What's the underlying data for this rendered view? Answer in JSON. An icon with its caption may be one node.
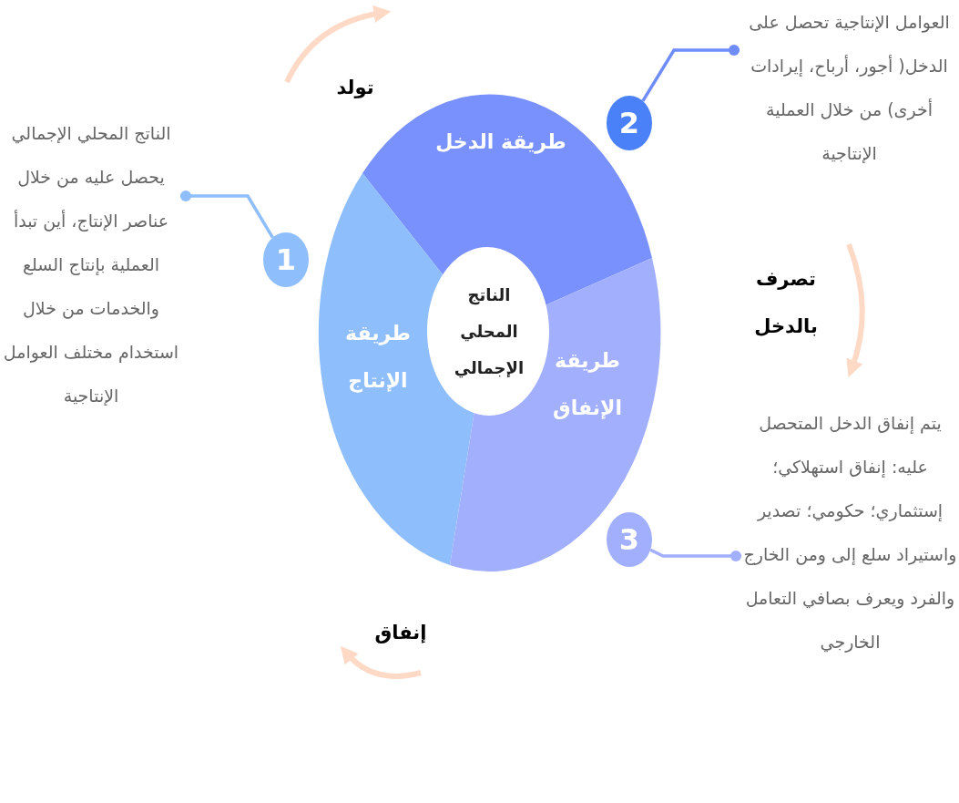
{
  "diagram": {
    "nodes": [
      {
        "text": [
          "طريقة الدخل"
        ]
      },
      {
        "text": [
          "طريقة الإنتاج"
        ]
      },
      {
        "text": [
          "طريقة الإنفاق"
        ]
      },
      {
        "text": [
          "الناتج المحلي الإجمالي"
        ]
      },
      {
        "text": [
          "1"
        ]
      },
      {
        "text": [
          "2"
        ]
      },
      {
        "text": [
          "3"
        ]
      },
      {
        "text": [
          "الناتج المحلي الإجمالي يحصل عليه من خلال عناصر الإنتاج، أين تبدأ العملية بإنتاج السلع والخدمات من خلال استخدام مختلف العوامل الإنتاجية"
        ]
      },
      {
        "text": [
          "العوامل الإنتاجية تحصل على الدخل( أجور، أرباح، إيرادات أخرى) من خلال العملية الإنتاجية"
        ]
      },
      {
        "text": [
          "يتم إنفاق الدخل المتحصل عليه: إنفاق استهلاكي؛ إستثماري؛ حكومي؛ تصدير واستيراد سلع إلى ومن الخارج والفرد ويعرف بصافي التعامل الخارجي"
        ]
      }
    ],
    "edges": [
      {
        "from": 4,
        "to": 7,
        "arrow": "other"
      },
      {
        "from": 5,
        "to": 8,
        "arrow": "other"
      },
      {
        "from": 6,
        "to": 9,
        "arrow": "other"
      }
    ],
    "labels": [
      "تولد",
      "تصرف بالدخل",
      "إنفاق"
    ]
  }
}
